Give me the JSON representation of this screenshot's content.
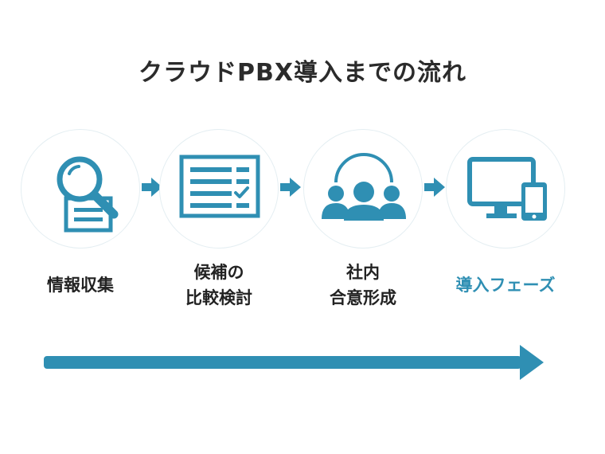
{
  "title": "クラウドPBX導入までの流れ",
  "steps": [
    {
      "lines": [
        "情報収集"
      ],
      "icon": "magnifier-document-icon"
    },
    {
      "lines": [
        "候補の",
        "比較検討"
      ],
      "icon": "checklist-icon"
    },
    {
      "lines": [
        "社内",
        "合意形成"
      ],
      "icon": "group-meeting-icon"
    },
    {
      "lines": [
        "導入フェーズ"
      ],
      "icon": "monitor-tablet-icon",
      "active": true
    }
  ],
  "colors": {
    "accent": "#2f8fb3",
    "text": "#222222",
    "circle_border": "#e4eef2"
  }
}
